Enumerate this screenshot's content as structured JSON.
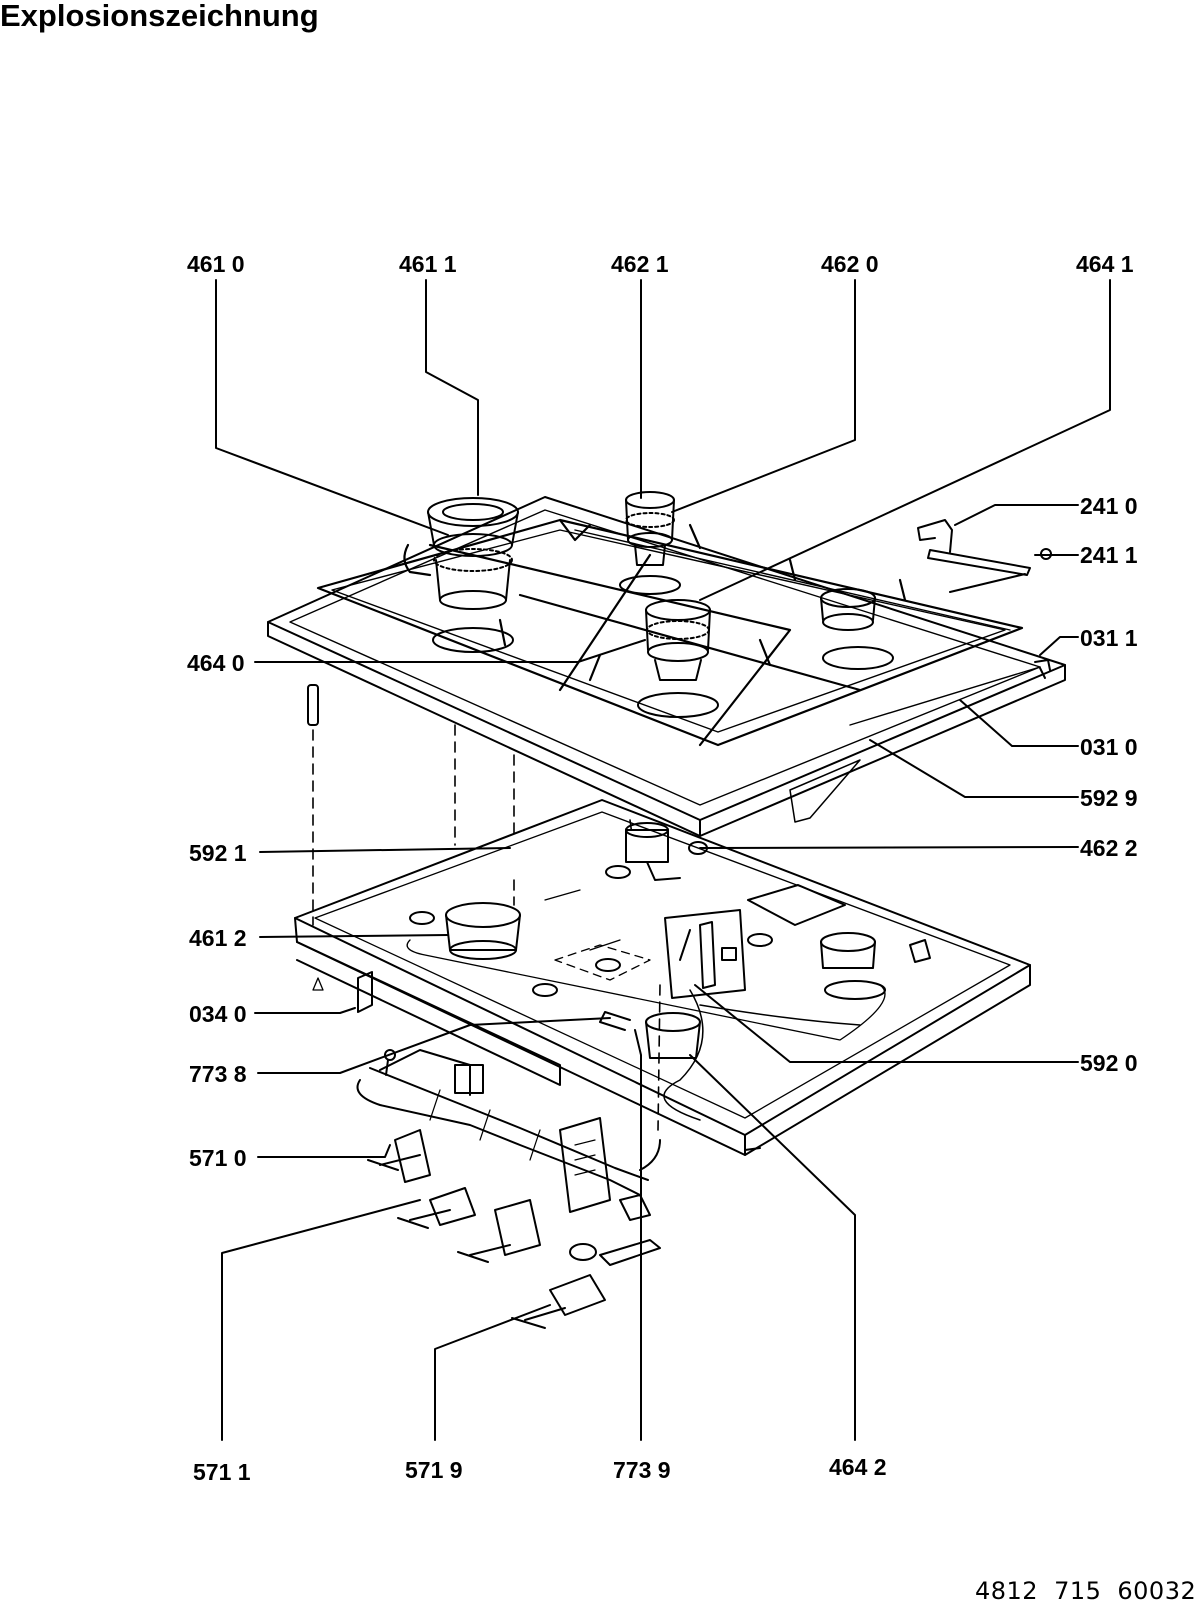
{
  "title": "Explosionszeichnung",
  "footer": {
    "parts": [
      "4812",
      "715",
      "60032"
    ]
  },
  "callouts": {
    "c4610": "461 0",
    "c4611": "461 1",
    "c4621": "462 1",
    "c4620": "462 0",
    "c4641": "464 1",
    "c2410": "241 0",
    "c2411": "241 1",
    "c0311": "031 1",
    "c4640": "464 0",
    "c0310": "031 0",
    "c5929": "592 9",
    "c5921": "592 1",
    "c4622": "462 2",
    "c4612": "461 2",
    "c0340": "034 0",
    "c5920": "592 0",
    "c7738": "773 8",
    "c5710": "571 0",
    "c5711": "571 1",
    "c5719": "571 9",
    "c7739": "773 9",
    "c4642": "464 2"
  }
}
